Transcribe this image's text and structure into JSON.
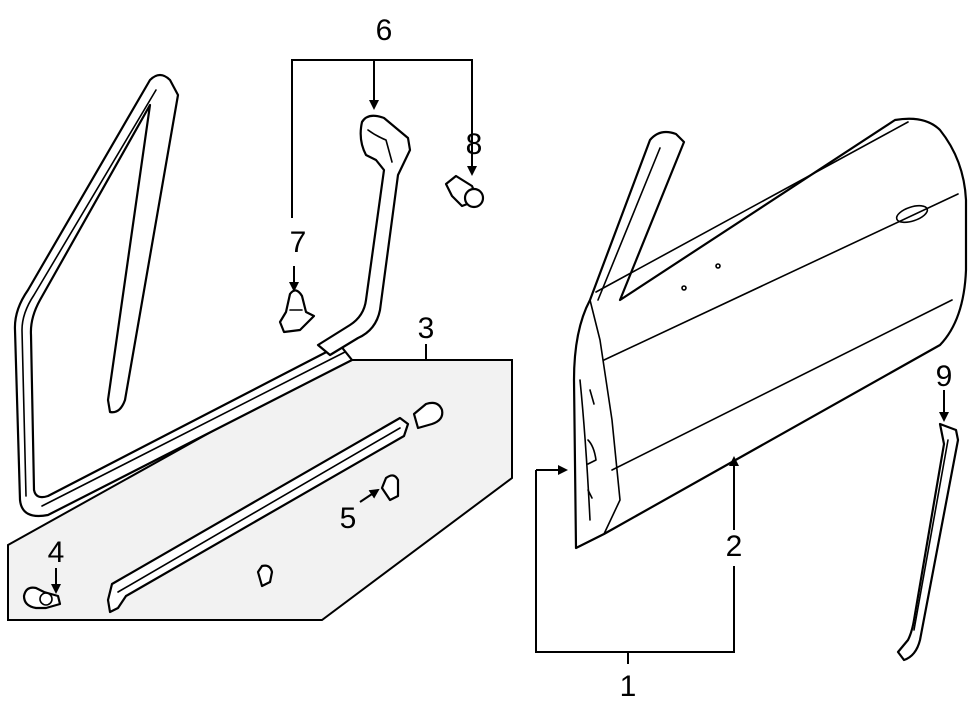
{
  "callouts": {
    "c1": "1",
    "c2": "2",
    "c3": "3",
    "c4": "4",
    "c5": "5",
    "c6": "6",
    "c7": "7",
    "c8": "8",
    "c9": "9"
  },
  "colors": {
    "line": "#000000",
    "background": "#ffffff",
    "panel_shade": "#f2f2f2"
  }
}
